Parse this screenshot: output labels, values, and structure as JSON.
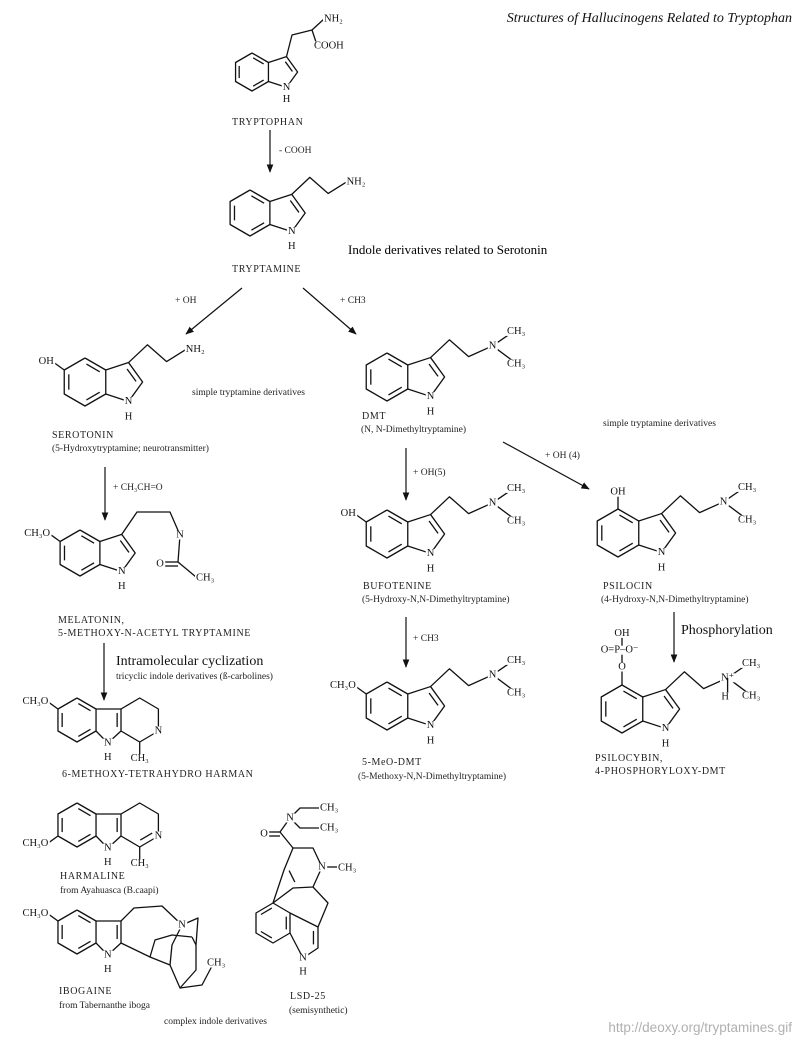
{
  "title": "Structures of Hallucinogens Related to Tryptophan",
  "watermark": "http://deoxy.org/tryptamines.gif",
  "headings": {
    "indole": "Indole derivatives related to Serotonin",
    "simple1": "simple tryptamine derivatives",
    "simple2": "simple tryptamine derivatives",
    "cyclization": "Intramolecular cyclization",
    "tricyclic": "tricyclic indole derivatives (ß-carbolines)",
    "complex": "complex indole derivatives"
  },
  "reactions": {
    "decarboxylation": "- COOH",
    "hydroxylation": "+ OH",
    "methylation": "+ CH3",
    "acetylation": "+ CH₃CH=O",
    "oh5": "+ OH(5)",
    "oh4": "+ OH (4)",
    "methylation2": "+ CH3",
    "phosphorylation": "Phosphorylation"
  },
  "molecules": {
    "tryptophan": {
      "name": "TRYPTOPHAN"
    },
    "tryptamine": {
      "name": "TRYPTAMINE"
    },
    "serotonin": {
      "name": "SEROTONIN",
      "subtitle": "(5-Hydroxytryptamine; neurotransmitter)"
    },
    "dmt": {
      "name": "DMT",
      "subtitle": "(N,  N-Dimethyltryptamine)"
    },
    "melatonin": {
      "name": "MELATONIN,",
      "subtitle": "5-METHOXY-N-ACETYL TRYPTAMINE"
    },
    "bufotenine": {
      "name": "BUFOTENINE",
      "subtitle": "(5-Hydroxy-N,N-Dimethyltryptamine)"
    },
    "psilocin": {
      "name": "PSILOCIN",
      "subtitle": "(4-Hydroxy-N,N-Dimethyltryptamine)"
    },
    "harman": {
      "name": "6-METHOXY-TETRAHYDRO HARMAN"
    },
    "meo_dmt": {
      "name": "5-MeO-DMT",
      "subtitle": "(5-Methoxy-N,N-Dimethyltryptamine)"
    },
    "psilocybin": {
      "name": "PSILOCYBIN,",
      "subtitle": "4-PHOSPHORYLOXY-DMT"
    },
    "harmaline": {
      "name": "HARMALINE",
      "subtitle": "from Ayahuasca (B.caapi)"
    },
    "ibogaine": {
      "name": "IBOGAINE",
      "subtitle": "from Tabernanthe iboga"
    },
    "lsd": {
      "name": "LSD-25",
      "subtitle": "(semisynthetic)"
    }
  },
  "atoms": {
    "n": "N",
    "h": "H",
    "o": "O",
    "nh2": "NH₂",
    "cooh": "COOH",
    "oh": "OH",
    "ch3": "CH₃",
    "ch3o": "CH₃O",
    "phosphate": "O=P–O⁻",
    "n_plus": "N⁺"
  }
}
